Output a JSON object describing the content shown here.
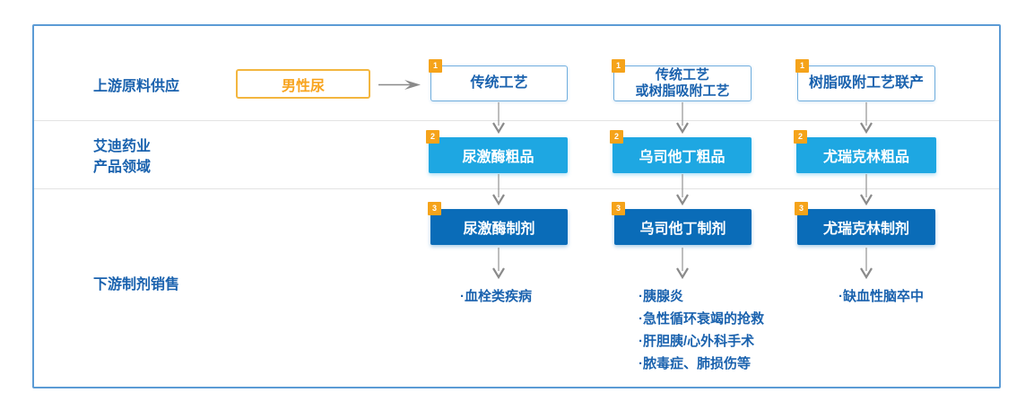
{
  "diagram": {
    "row_labels": {
      "upstream": "上游原料供应",
      "company_line1": "艾迪药业",
      "company_line2": "产品领域",
      "downstream": "下游制剂销售"
    },
    "source": {
      "label": "男性尿"
    },
    "badges": [
      "1",
      "2",
      "3"
    ],
    "columns": [
      {
        "process_lines": [
          "传统工艺"
        ],
        "crude": "尿激酶粗品",
        "formulation": "尿激酶制剂",
        "indications": [
          "·血栓类疾病"
        ]
      },
      {
        "process_lines": [
          "传统工艺",
          "或树脂吸附工艺"
        ],
        "crude": "乌司他丁粗品",
        "formulation": "乌司他丁制剂",
        "indications": [
          "·胰腺炎",
          "·急性循环衰竭的抢救",
          "·肝胆胰/心外科手术",
          "·脓毒症、肺损伤等"
        ]
      },
      {
        "process_lines": [
          "树脂吸附工艺联产"
        ],
        "crude": "尤瑞克林粗品",
        "formulation": "尤瑞克林制剂",
        "indications": [
          "·缺血性脑卒中"
        ]
      }
    ],
    "colors": {
      "frame_border": "#5b9bd5",
      "label_text": "#1a62ae",
      "process_border": "#70aede",
      "crude_bg": "#1ea7e2",
      "formulation_bg": "#0a6cb8",
      "badge_bg": "#f5a31a",
      "source_border": "#f3b63f",
      "source_text": "#f8a41e",
      "arrow": "#8a8a8a",
      "divider": "#e3e3e3"
    }
  }
}
